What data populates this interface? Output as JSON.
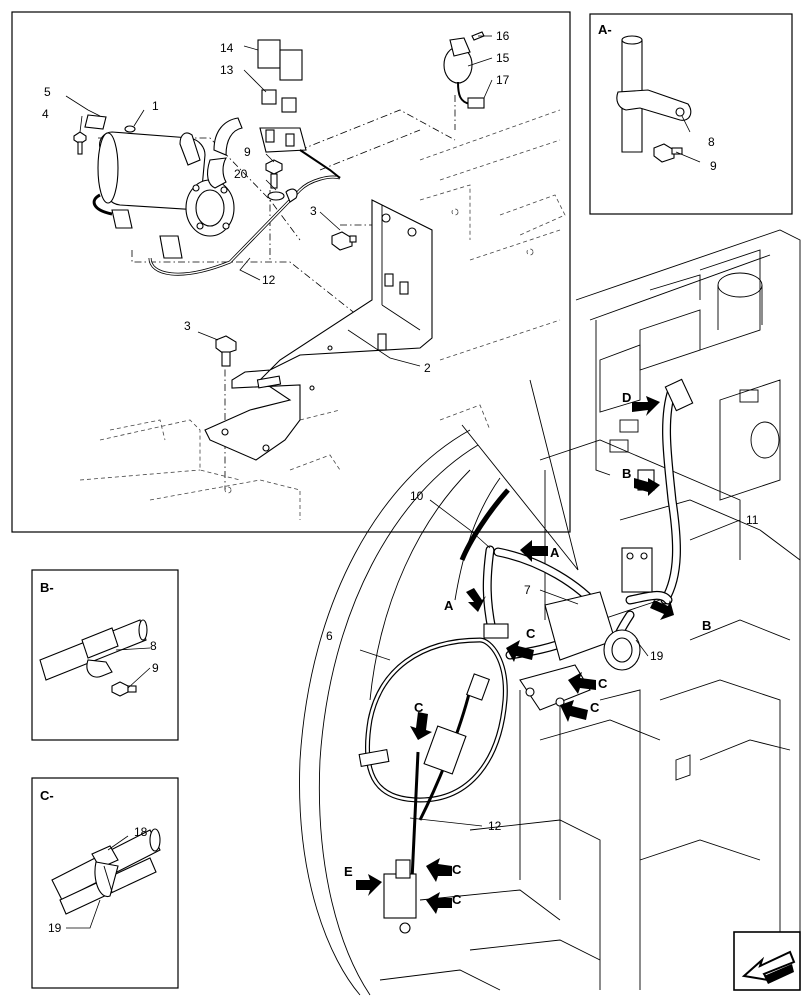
{
  "callouts": {
    "n1": "1",
    "n2": "2",
    "n3a": "3",
    "n3b": "3",
    "n4": "4",
    "n5": "5",
    "n6": "6",
    "n7": "7",
    "n8a": "8",
    "n8b": "8",
    "n9a": "9",
    "n9b": "9",
    "n9c": "9",
    "n10": "10",
    "n11": "11",
    "n12a": "12",
    "n12b": "12",
    "n13": "13",
    "n14": "14",
    "n15": "15",
    "n16": "16",
    "n17": "17",
    "n18": "18",
    "n19a": "19",
    "n19b": "19",
    "n20": "20"
  },
  "detail_views": {
    "a": "A-",
    "b": "B-",
    "c": "C-"
  },
  "view_arrows": {
    "a1": "A",
    "a2": "A",
    "b1": "B",
    "b2": "B",
    "c1": "C",
    "c2": "C",
    "c3": "C",
    "c4": "C",
    "c5": "C",
    "c6": "C",
    "d": "D",
    "e": "E"
  },
  "colors": {
    "line": "#000000",
    "background": "#ffffff"
  },
  "icons": {
    "orientation": "direction-arrow-icon"
  }
}
